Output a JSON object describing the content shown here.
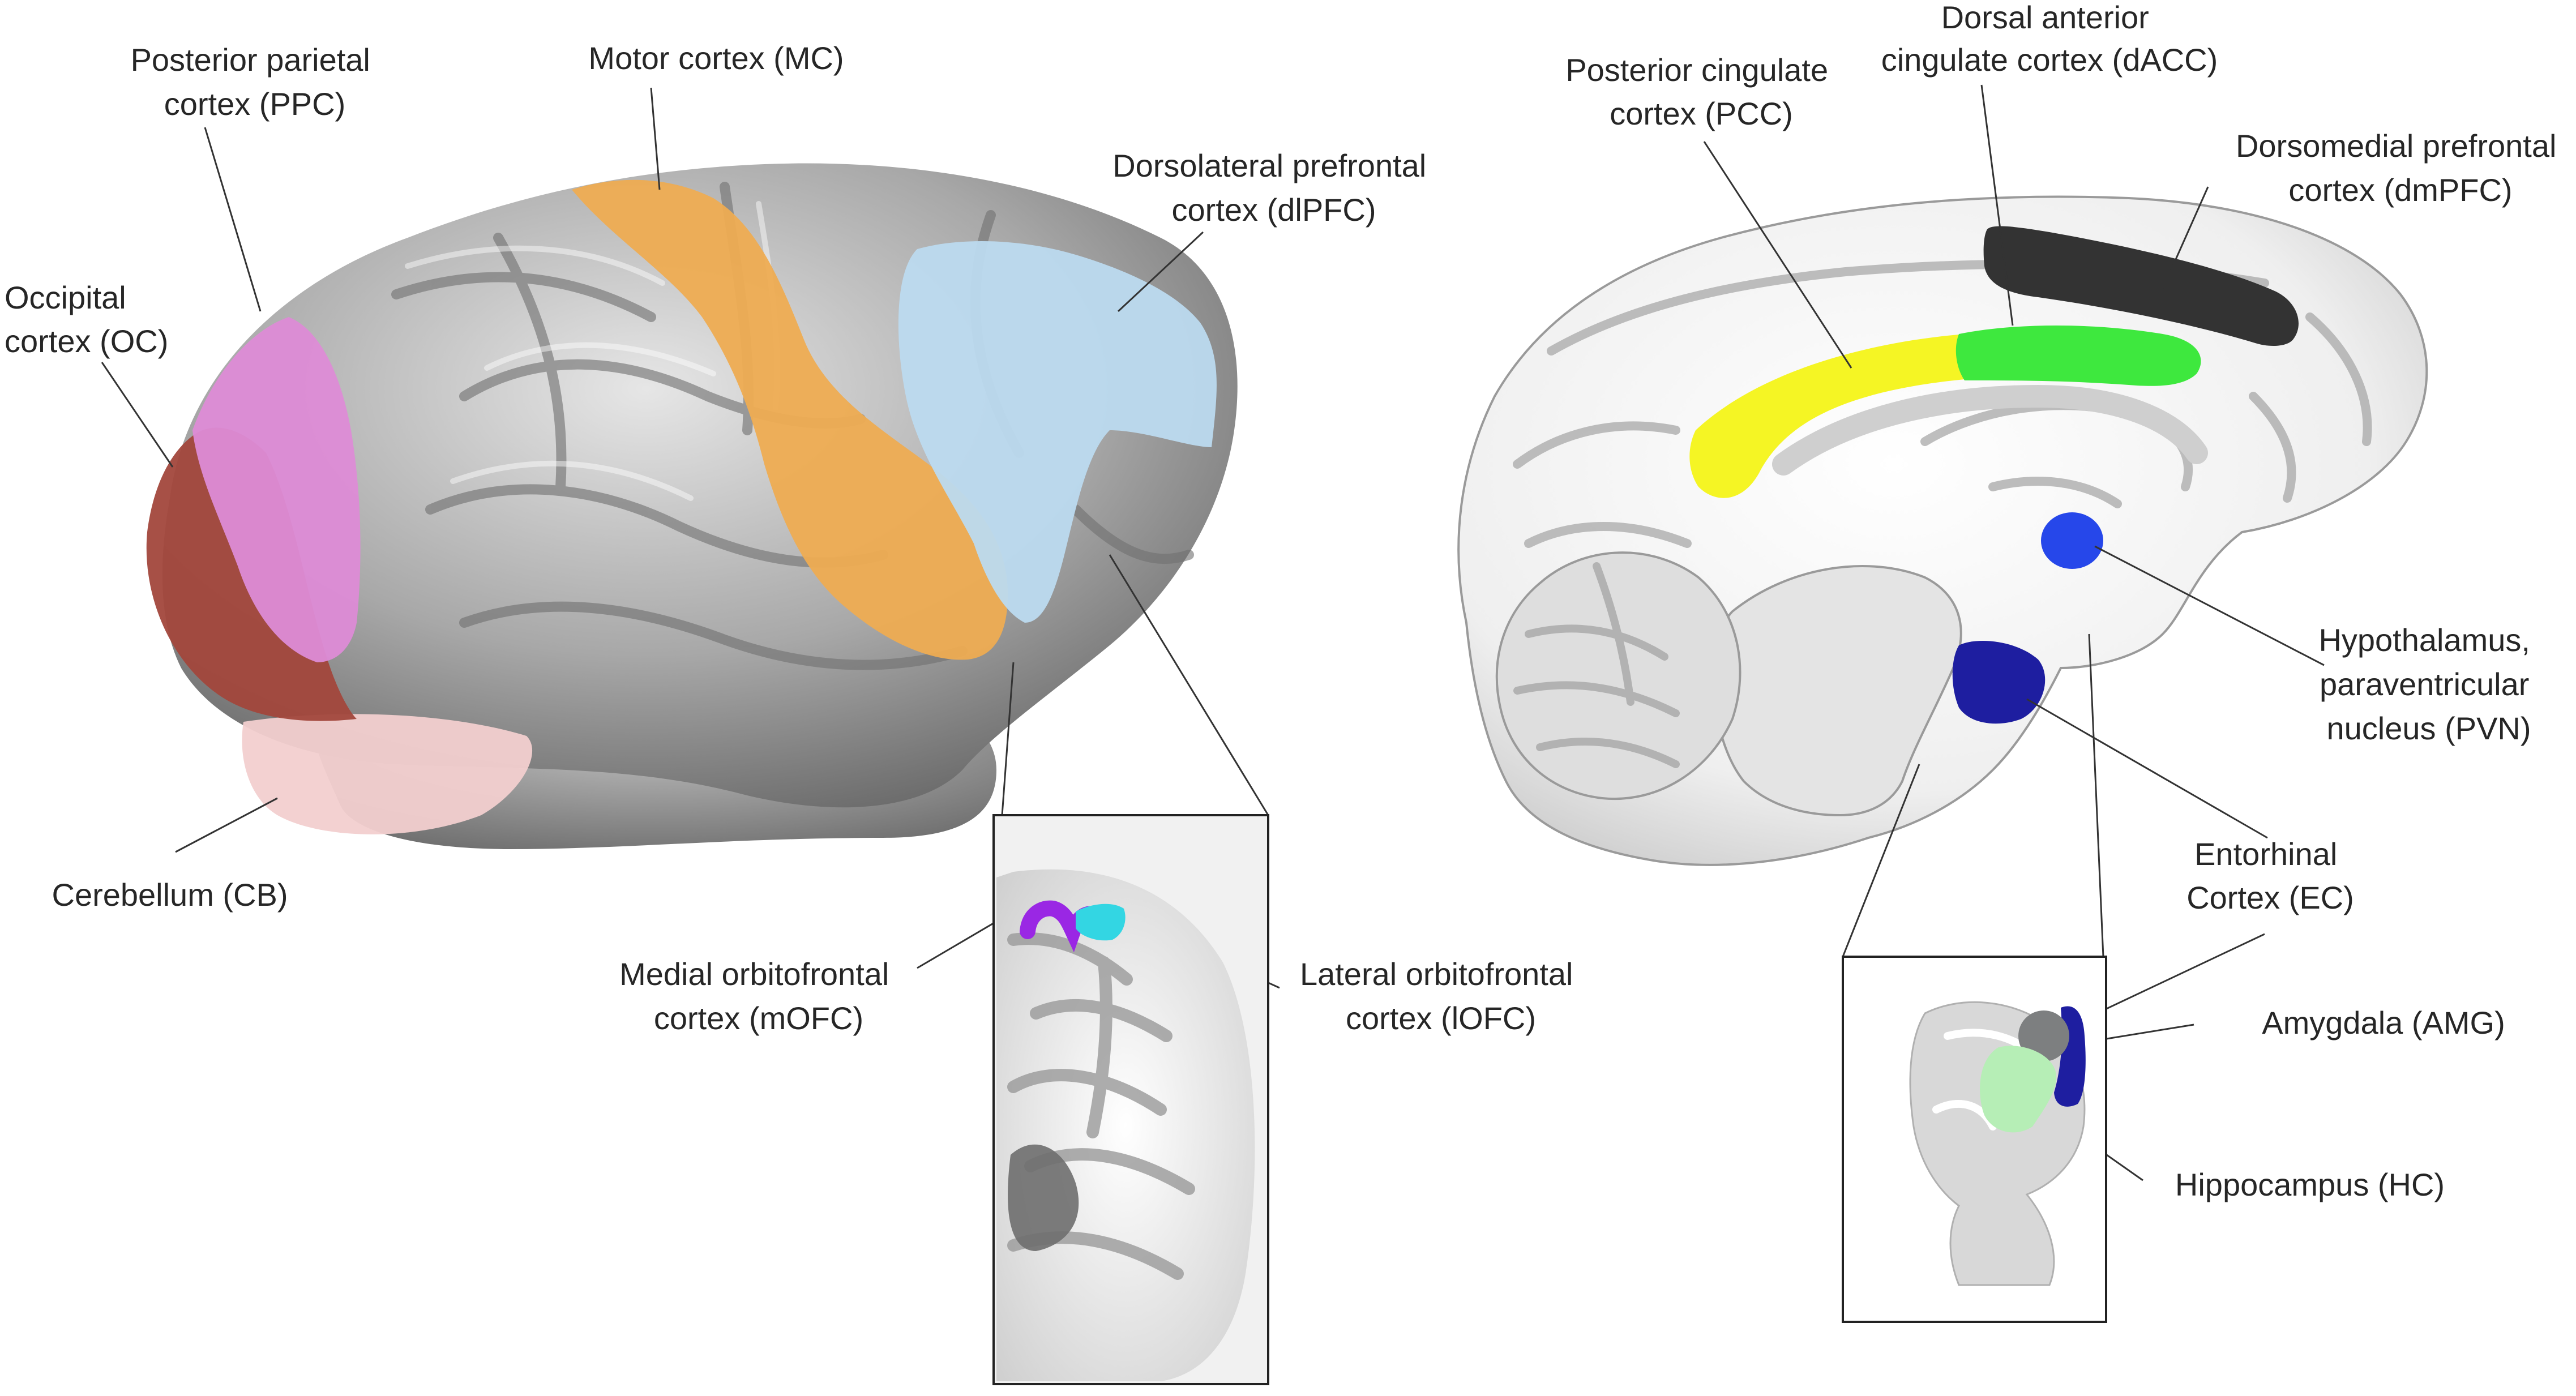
{
  "colors": {
    "background": "#ffffff",
    "cortex_surface": "#a3a3a3",
    "medial_surface": "#eeeeee",
    "callout_line": "#333333",
    "occipital": "#a2473c",
    "posterior_parietal": "#dd8bd6",
    "motor": "#eeac52",
    "dlpfc": "#bcdaef",
    "cerebellum": "#f2cfcf",
    "mofc": "#9a27e4",
    "lofc": "#33d6e3",
    "pcc": "#f5f524",
    "dacc": "#3ee83e",
    "dmpfc": "#333333",
    "pvn": "#2647ea",
    "ec": "#1e1ea0",
    "amygdala": "#7d7f80",
    "hippocampus": "#b6eeb6"
  },
  "labels": {
    "ppc": [
      "Posterior parietal",
      "cortex (PPC)"
    ],
    "mc": [
      "Motor cortex (MC)"
    ],
    "dlpfc": [
      "Dorsolateral prefrontal",
      "cortex (dlPFC)"
    ],
    "oc": [
      "Occipital",
      "cortex (OC)"
    ],
    "cb": [
      "Cerebellum (CB)"
    ],
    "mofc": [
      "Medial orbitofrontal",
      "cortex (mOFC)"
    ],
    "lofc": [
      "Lateral orbitofrontal",
      "cortex (lOFC)"
    ],
    "pcc": [
      "Posterior cingulate",
      "cortex (PCC)"
    ],
    "dacc": [
      "Dorsal anterior",
      "cingulate cortex (dACC)"
    ],
    "dmpfc": [
      "Dorsomedial prefrontal",
      "cortex (dmPFC)"
    ],
    "pvn": [
      "Hypothalamus,",
      "paraventricular",
      "nucleus (PVN)"
    ],
    "ec": [
      "Entorhinal",
      "Cortex (EC)"
    ],
    "amg": [
      "Amygdala (AMG)"
    ],
    "hc": [
      "Hippocampus (HC)"
    ]
  }
}
